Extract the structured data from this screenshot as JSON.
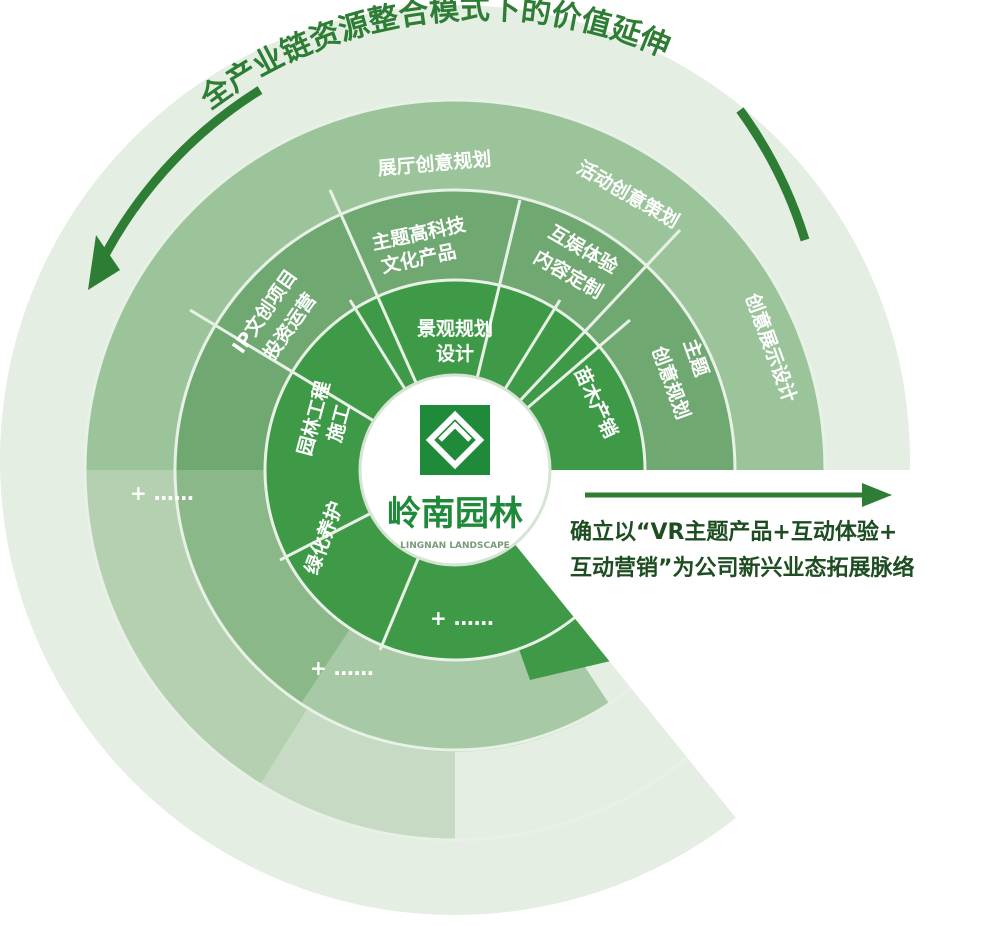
{
  "diagram": {
    "arc_title": "全产业链资源整合模式下的价值延伸",
    "center_logo_text": "岭南园林",
    "center_logo_subtext": "LINGNAN LANDSCAPE",
    "rings": {
      "inner": [
        "园林工程施工",
        "景观规划设计",
        "苗木产销",
        "绿化养护"
      ],
      "second": [
        "IP文创项目投资运营",
        "主题高科技文化产品",
        "互娱体验内容定制",
        "主题创意规划"
      ],
      "third": [
        "展厅创意规划",
        "活动创意策划",
        "创意展示设计"
      ]
    },
    "inner_lines": [
      "景观规划",
      "设计"
    ],
    "inner_left_lines": [
      "园林工程",
      "施工"
    ],
    "second_lines_a": [
      "IP文创项目",
      "投资运营"
    ],
    "second_lines_b": [
      "主题高科技",
      "文化产品"
    ],
    "second_lines_c": [
      "互娱体验",
      "内容定制"
    ],
    "second_lines_d": [
      "主题",
      "创意规划"
    ],
    "plus_marks": [
      "+ ……",
      "+ ……",
      "+ ……"
    ],
    "note_line1": "确立以“VR主题产品+互动体验+",
    "note_line2": "互动营销”为公司新兴业态拓展脉络",
    "colors": {
      "ring_inner": "#3f9a48",
      "ring_second": "#6bab6e",
      "ring_third": "#8dbc8c",
      "ring_outer": "#c7dac4",
      "arrow": "#2e7d35",
      "text_dark": "#1e4d22"
    }
  }
}
